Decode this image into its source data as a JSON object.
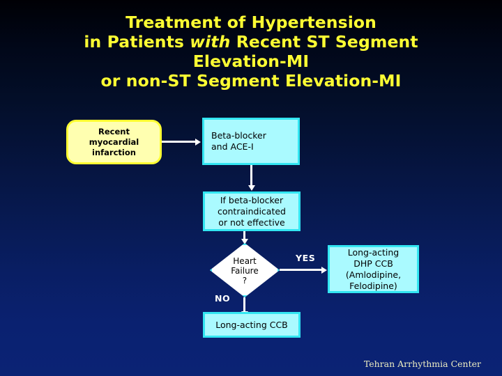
{
  "slide": {
    "title_lines": [
      "Treatment of Hypertension",
      "in Patients with Recent ST Segment",
      "Elevation-MI",
      "or non-ST Segment Elevation-MI"
    ],
    "title_line2_pre": "in Patients ",
    "title_line2_italic": "with",
    "title_line2_post": " Recent ST Segment",
    "footer": "Tehran Arrhythmia Center",
    "colors": {
      "background_top": "#000005",
      "background_bottom": "#0b2375",
      "title_yellow": "#ffff33",
      "box_cyan_fill": "#aafaff",
      "box_cyan_border": "#33e6f2",
      "box_yellow_fill": "#ffffb0",
      "box_yellow_border": "#ffff33",
      "diamond_fill": "#ffffff",
      "connector_white": "#ffffff",
      "footer_text": "#ebebc0"
    }
  },
  "flowchart": {
    "nodes": {
      "recent_mi": {
        "label": "Recent\nmyocardial\ninfarction",
        "line1": "Recent",
        "line2": "myocardial",
        "line3": "infarction",
        "shape": "rounded-rect",
        "fill": "yellow"
      },
      "beta_blocker_ace": {
        "line1": "Beta-blocker",
        "line2": "and ACE-I",
        "shape": "rect",
        "fill": "cyan"
      },
      "if_contraindicated": {
        "line1": "If beta-blocker",
        "line2": "contraindicated",
        "line3": "or not effective",
        "shape": "rect",
        "fill": "cyan"
      },
      "heart_failure_decision": {
        "line1": "Heart",
        "line2": "Failure",
        "line3": "?",
        "shape": "diamond",
        "fill": "white"
      },
      "dhp_ccb": {
        "line1": "Long-acting",
        "line2": "DHP CCB",
        "line3": "(Amlodipine,",
        "line4": "Felodipine)",
        "shape": "rect",
        "fill": "cyan"
      },
      "long_acting_ccb": {
        "line1": "Long-acting CCB",
        "shape": "rect",
        "fill": "cyan"
      }
    },
    "branch_labels": {
      "yes": "YES",
      "no": "NO"
    }
  }
}
